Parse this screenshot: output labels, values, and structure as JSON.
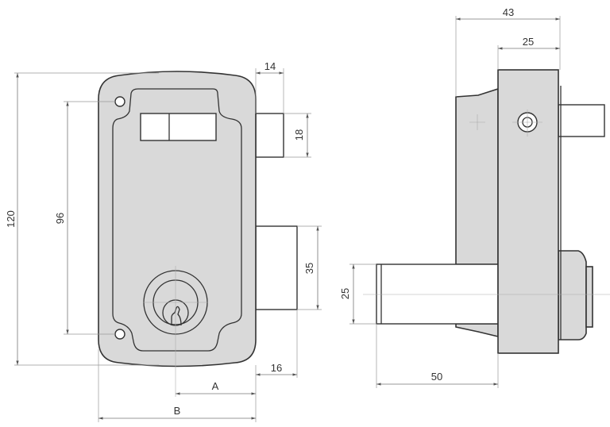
{
  "front_view": {
    "dimensions": {
      "height": "120",
      "hole_spacing": "96",
      "deadbolt_projection": "14",
      "deadbolt_height": "18",
      "latch_height": "35",
      "latch_projection": "16",
      "backset": "A",
      "width": "B"
    }
  },
  "side_view": {
    "dimensions": {
      "total_depth": "43",
      "case_depth": "25",
      "cylinder_diameter": "25",
      "cylinder_length": "50"
    }
  },
  "colors": {
    "body": "#d9d9d9",
    "line": "#333333"
  }
}
